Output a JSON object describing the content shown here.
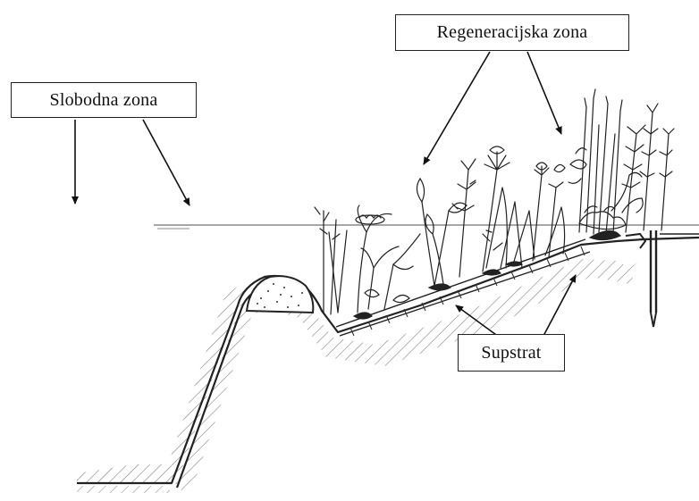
{
  "labels": {
    "regeneration_zone": "Regeneracijska zona",
    "free_zone": "Slobodna zona",
    "substrate": "Supstrat"
  },
  "colors": {
    "line": "#222222",
    "hatch": "#555555",
    "water": "#888888",
    "background": "#ffffff"
  }
}
